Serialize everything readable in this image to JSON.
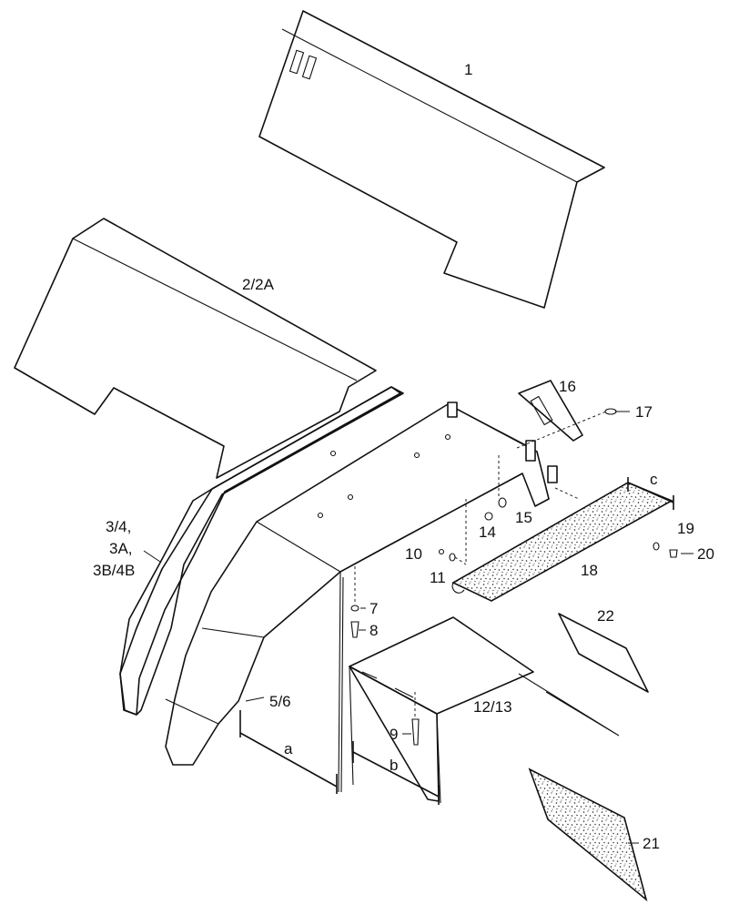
{
  "callouts": {
    "c1": "1",
    "c2": "2/2A",
    "c3a": "3/4,",
    "c3b": "3A,",
    "c3c": "3B/4B",
    "c56": "5/6",
    "c7": "7",
    "c8": "8",
    "c9": "9",
    "c10": "10",
    "c11": "11",
    "c1213": "12/13",
    "c14": "14",
    "c15": "15",
    "c16": "16",
    "c17": "17",
    "c18": "18",
    "c19": "19",
    "c20": "20",
    "c21": "21",
    "c22": "22"
  },
  "dimensions": {
    "a": "a",
    "b": "b",
    "c": "c"
  }
}
